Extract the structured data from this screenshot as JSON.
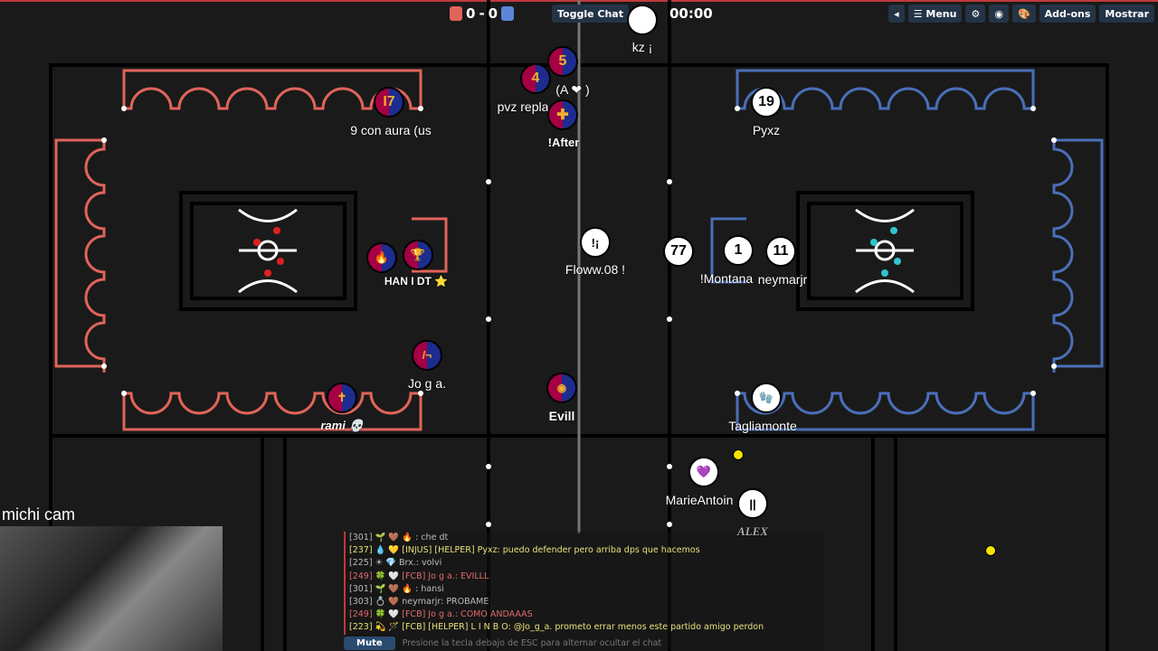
{
  "topbar": {
    "score_red": "0",
    "score_sep": "-",
    "score_blue": "0",
    "toggle_chat": "Toggle Chat",
    "timer": "00:00",
    "buttons": [
      {
        "label": "◂",
        "icon": "sound-icon"
      },
      {
        "label": "☰ Menu",
        "icon": "menu-icon"
      },
      {
        "label": "⚙",
        "icon": "gear-icon"
      },
      {
        "label": "◉",
        "icon": "record-icon"
      },
      {
        "label": "🎨",
        "icon": "palette-icon"
      },
      {
        "label": "Add-ons"
      },
      {
        "label": "Mostrar"
      }
    ]
  },
  "colors": {
    "red": "#e0645a",
    "blue": "#5b86d8",
    "field": "#1a1a1a",
    "accent_bar": "#c0393b"
  },
  "players": [
    {
      "avatar": "I7",
      "name": "9 con aura (us"
    },
    {
      "avatar": "5",
      "name": ""
    },
    {
      "avatar": "4",
      "name": "pvz repla"
    },
    {
      "avatar": "",
      "name": "(A ❤ )"
    },
    {
      "avatar": "✚",
      "name": "!After"
    },
    {
      "avatar": "",
      "name": "kz ¡"
    },
    {
      "avatar": "19",
      "name": "Pyxz"
    },
    {
      "avatar": "🔥",
      "name": ""
    },
    {
      "avatar": "🏆",
      "name": "HAN I DT ⭐"
    },
    {
      "avatar": "!¡",
      "name": "Floww.08 !"
    },
    {
      "avatar": "77",
      "name": "!Montana"
    },
    {
      "avatar": "1",
      "name": ""
    },
    {
      "avatar": "11",
      "name": "neymarjr"
    },
    {
      "avatar": "/¬",
      "name": "Jo g a."
    },
    {
      "avatar": "✝",
      "name": "rami 💀"
    },
    {
      "avatar": "◉",
      "name": "Evill"
    },
    {
      "avatar": "🧤",
      "name": "Tagliamonte"
    },
    {
      "avatar": "💜",
      "name": "MarieAntoin"
    },
    {
      "avatar": "||",
      "name": "ALEX"
    }
  ],
  "cam_label": "michi cam",
  "chat": {
    "messages": [
      {
        "text": "[301] 🌱 🤎 🔥 : che dt",
        "tone": "grey"
      },
      {
        "text": "[237] 💧 💛 [INJUS] [HELPER] Pyxz: puedo defender pero arriba dps que hacemos",
        "tone": "yel"
      },
      {
        "text": "[225] ☀ 💎          Brx.: volvi",
        "tone": "grey"
      },
      {
        "text": "[249] 🍀 🤍 [FCB] Jo g a.: EVILLL",
        "tone": "red"
      },
      {
        "text": "[301] 🌱 🤎 🔥 : hansi",
        "tone": "grey"
      },
      {
        "text": "[303] 💍 🤎 neymarjr: PROBAME",
        "tone": "grey"
      },
      {
        "text": "[249] 🍀 🤍 [FCB] Jo g a.: COMO ANDAAAS",
        "tone": "red"
      },
      {
        "text": "[223] 💫 🪄 [FCB] [HELPER] L I N B O: @Jo_g_a.  prometo errar menos este partido amigo perdon",
        "tone": "yel"
      }
    ],
    "mute": "Mute",
    "hint": "Presione la tecla debajo de ESC para alternar ocultar el chat"
  }
}
